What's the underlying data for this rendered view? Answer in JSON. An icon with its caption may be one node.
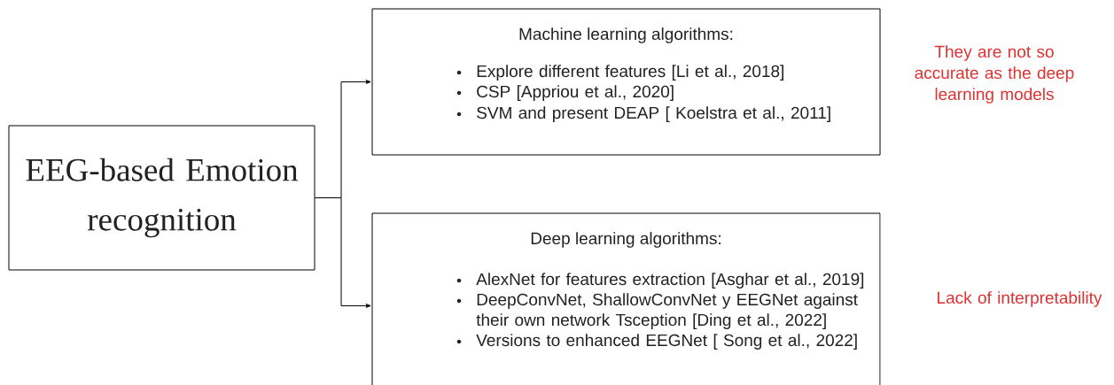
{
  "diagram": {
    "nodes": [
      {
        "text": [
          "EEG-based Emotion recognition"
        ]
      },
      {
        "text": [
          "Machine learning algorithms:",
          "Explore different features [Li et al., 2018]",
          "CSP [Appriou et al., 2020]",
          "SVM and present DEAP [ Koelstra et al., 2011]"
        ]
      },
      {
        "text": [
          "Deep learning algorithms:",
          "AlexNet for features extraction [Asghar et al., 2019]",
          "DeepConvNet, ShallowConvNet y EEGNet against their own network Tsception [Ding et al., 2022]",
          "Versions to enhanced EEGNet [ Song et al., 2022]"
        ]
      }
    ],
    "edges": [
      {
        "from": 0,
        "to": 1,
        "arrow": "to"
      },
      {
        "from": 0,
        "to": 2,
        "arrow": "to"
      }
    ],
    "labels": [
      "They are not so accurate as the deep learning models",
      "Lack of interpretability"
    ]
  }
}
